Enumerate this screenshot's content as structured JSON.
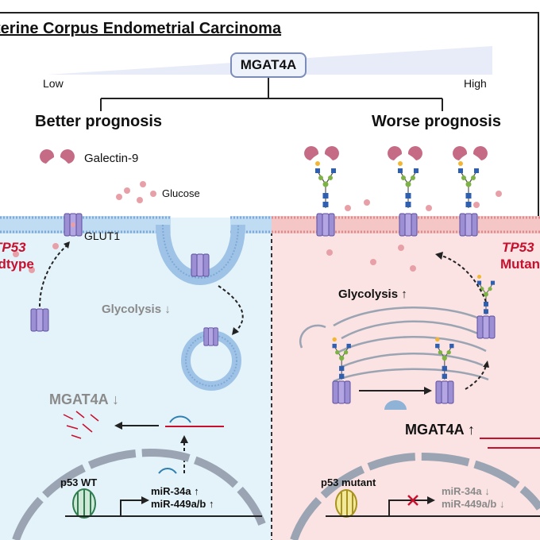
{
  "title": "terine Corpus Endometrial Carcinoma",
  "scale": {
    "center_label": "MGAT4A",
    "low_label": "Low",
    "high_label": "High"
  },
  "left": {
    "prognosis": "Better prognosis",
    "galectin_label": "Galectin-9",
    "glucose_label": "Glucose",
    "glut1_label": "GLUT1",
    "tp53_gene": "TP53",
    "tp53_status": "ildtype",
    "glycolysis": "Glycolysis ↓",
    "mgat4a": "MGAT4A ↓",
    "p53_label": "p53 WT",
    "mir34": "miR-34a ↑",
    "mir449": "miR-449a/b ↑"
  },
  "right": {
    "prognosis": "Worse prognosis",
    "tp53_gene": "TP53",
    "tp53_status": "Mutan",
    "glycolysis": "Glycolysis ↑",
    "mgat4a": "MGAT4A ↑",
    "p53_label": "p53 mutant",
    "mir34": "miR-34a ↓",
    "mir449": "miR-449a/b ↓"
  },
  "colors": {
    "left_bg": "#e4f3f9",
    "right_bg": "#fbe3e3",
    "membrane": "#9fc3e6",
    "transporter": "#9d8fd4",
    "galectin": "#c56b86",
    "glucose": "#e8a0a8",
    "emphasis_red": "#c8102e",
    "glycan_blue": "#2f5fb0",
    "glycan_green": "#7cb342",
    "glycan_yellow": "#f2b632"
  }
}
